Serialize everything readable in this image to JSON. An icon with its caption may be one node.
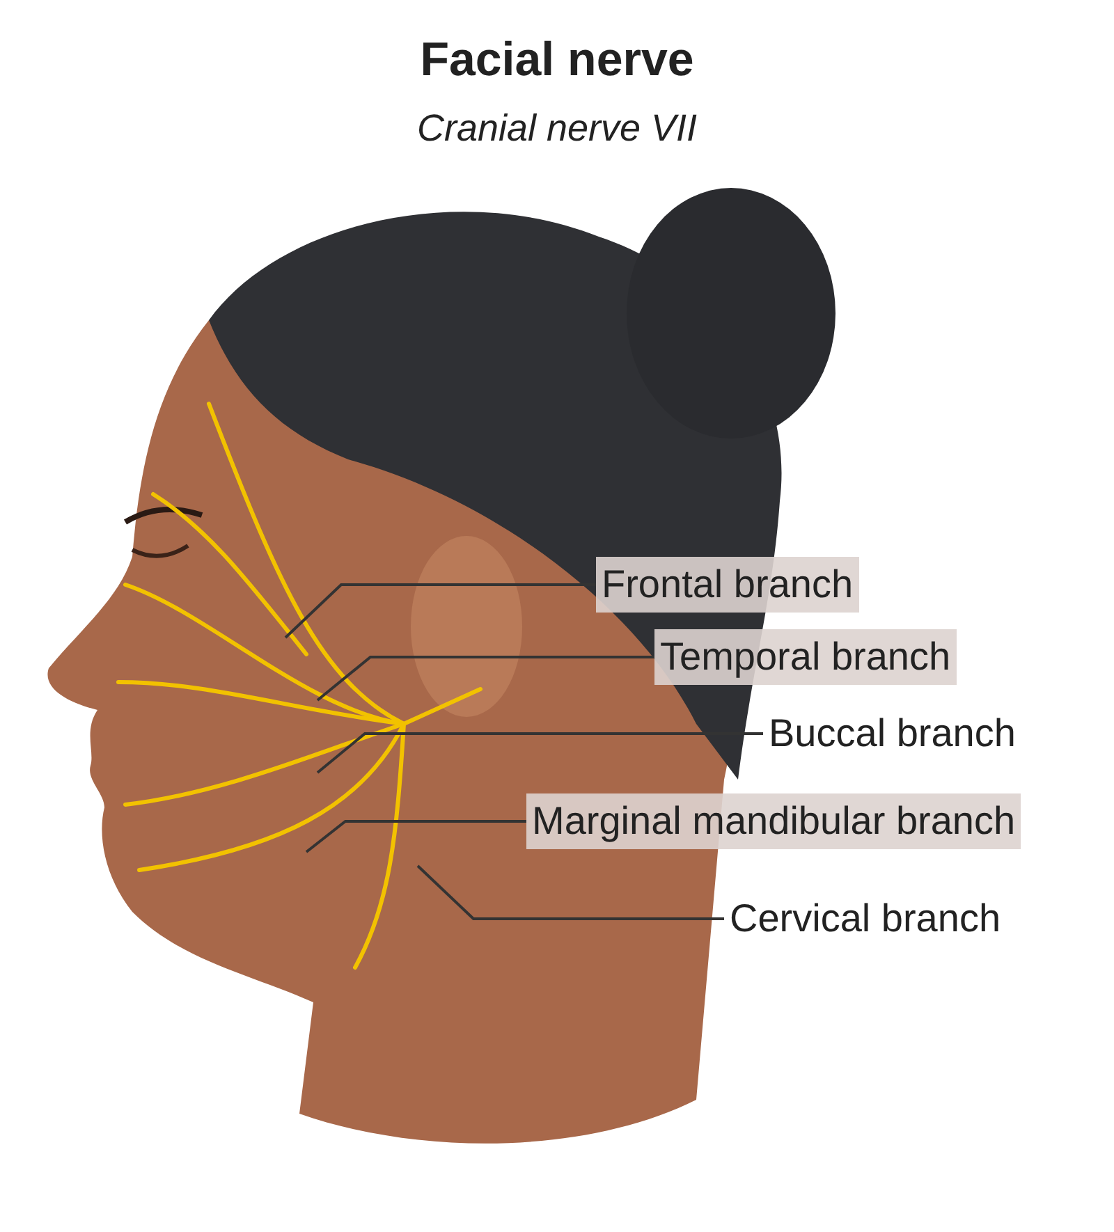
{
  "diagram": {
    "title": "Facial nerve",
    "nodes": [
      {
        "text": [
          "Frontal branch"
        ]
      },
      {
        "text": [
          "Temporal branch"
        ]
      },
      {
        "text": [
          "Buccal branch"
        ]
      },
      {
        "text": [
          "Marginal mandibular branch"
        ]
      },
      {
        "text": [
          "Cervical branch"
        ]
      }
    ],
    "edges": [
      {
        "from": 0,
        "to": null,
        "arrow": "none"
      },
      {
        "from": 1,
        "to": null,
        "arrow": "none"
      },
      {
        "from": 2,
        "to": null,
        "arrow": "none"
      },
      {
        "from": 3,
        "to": null,
        "arrow": "none"
      },
      {
        "from": 4,
        "to": null,
        "arrow": "none"
      }
    ],
    "labels": [
      "Cranial nerve VII"
    ]
  }
}
